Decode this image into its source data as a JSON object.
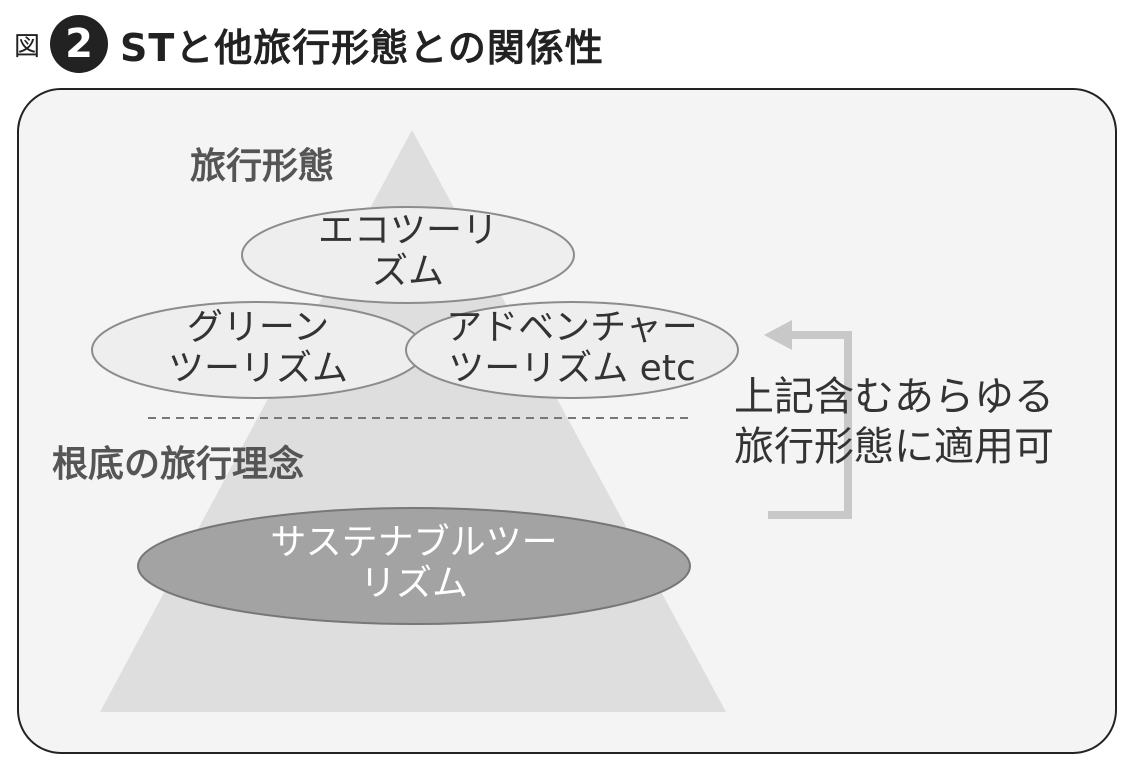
{
  "header": {
    "fig_label": "図",
    "fig_number": "2",
    "title": "STと他旅行形態との関係性"
  },
  "diagram": {
    "top_label": "旅行形態",
    "ellipses": [
      {
        "line1": "エコツーリ",
        "line2": "ズム"
      },
      {
        "line1": "グリーン",
        "line2": "ツーリズム"
      },
      {
        "line1": "アドベンチャー",
        "line2": "ツーリズム etc"
      }
    ],
    "bottom_label": "根底の旅行理念",
    "base": {
      "line1": "サステナブルツー",
      "line2": "リズム"
    },
    "note": {
      "line1": "上記含むあらゆる",
      "line2": "旅行形態に適用可"
    }
  },
  "colors": {
    "frame_fill": "#f4f4f4",
    "pyramid": "#dedede",
    "ellipse_fill": "#eeeeee",
    "ellipse_stroke": "#8c8c8c",
    "base_fill": "#a3a3a3",
    "arrow": "#c8c8c8"
  }
}
